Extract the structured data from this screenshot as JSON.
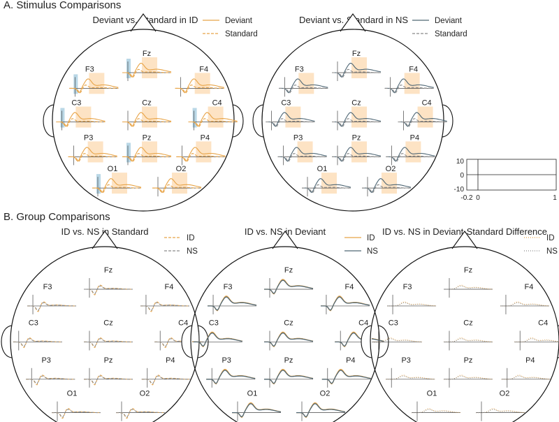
{
  "sections": {
    "a_title": "A. Stimulus Comparisons",
    "b_title": "B. Group Comparisons"
  },
  "electrodes": [
    "Fz",
    "F3",
    "F4",
    "C3",
    "Cz",
    "C4",
    "P3",
    "Pz",
    "P4",
    "O1",
    "O2"
  ],
  "colors": {
    "deviant": "#e8a447",
    "standard": "#e8a447",
    "ns": "#4f6775",
    "ns_light": "#8a8a8a",
    "highlight_orange": "#fde3c4",
    "highlight_blue": "#b9d7e6",
    "head": "#111111",
    "axis": "#444444"
  },
  "panels": [
    {
      "id": "a1",
      "title": "Deviant vs. Standard in ID",
      "legend": [
        {
          "label": "Deviant",
          "color": "#e8a447",
          "style": "solid"
        },
        {
          "label": "Standard",
          "color": "#e8a447",
          "style": "dashed"
        }
      ],
      "highlights": true
    },
    {
      "id": "a2",
      "title": "Deviant vs. Standard in NS",
      "legend": [
        {
          "label": "Deviant",
          "color": "#4f6775",
          "style": "solid"
        },
        {
          "label": "Standard",
          "color": "#8a8a8a",
          "style": "dashed"
        }
      ],
      "highlights": true
    },
    {
      "id": "b1",
      "title": "ID vs. NS in Standard",
      "legend": [
        {
          "label": "ID",
          "color": "#e8a447",
          "style": "dashed"
        },
        {
          "label": "NS",
          "color": "#8a8a8a",
          "style": "dashed"
        }
      ],
      "highlights": false
    },
    {
      "id": "b2",
      "title": "ID vs. NS in Deviant",
      "legend": [
        {
          "label": "ID",
          "color": "#e8a447",
          "style": "solid"
        },
        {
          "label": "NS",
          "color": "#4f6775",
          "style": "solid"
        }
      ],
      "highlights": false
    },
    {
      "id": "b3",
      "title": "ID vs. NS in Deviant-Standard Difference",
      "legend": [
        {
          "label": "ID",
          "color": "#e8a447",
          "style": "dotted"
        },
        {
          "label": "NS",
          "color": "#8a8a8a",
          "style": "dotted"
        }
      ],
      "highlights": false
    }
  ],
  "scale_box": {
    "y_ticks": [
      "10",
      "0",
      "-10"
    ],
    "x_ticks": [
      "-0.2",
      "0",
      "1"
    ]
  }
}
